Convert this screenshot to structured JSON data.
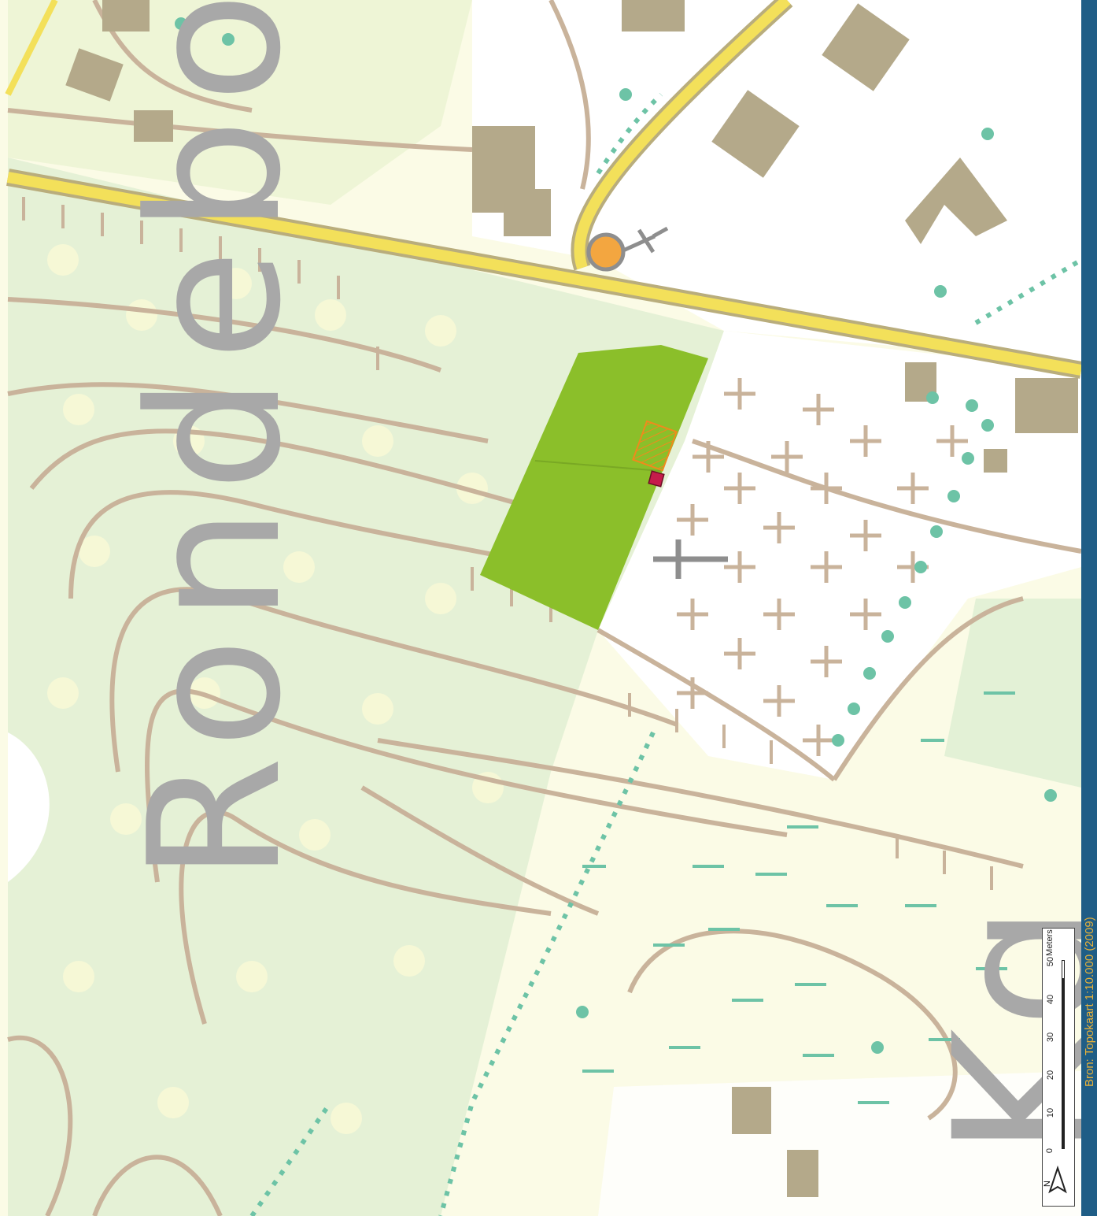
{
  "map": {
    "place_name": "Rondebos",
    "place_name_2": "Kg",
    "source": "Bron: Topokaart 1:10.000 (2009)",
    "north_label": "N",
    "scale": {
      "ticks": [
        "0",
        "10",
        "20",
        "30",
        "40",
        "50"
      ],
      "unit": "Meters"
    },
    "colors": {
      "land": "#fbfbe6",
      "forest": "#e3f1d6",
      "contour": "#c9b39b",
      "road": "#f3e05a",
      "building": "#b4a98a",
      "parcel": "#8bbf2a",
      "marker_red": "#c61b4b",
      "marker_orange": "#f08a1c",
      "tree_dot": "#6dc3a6"
    }
  }
}
